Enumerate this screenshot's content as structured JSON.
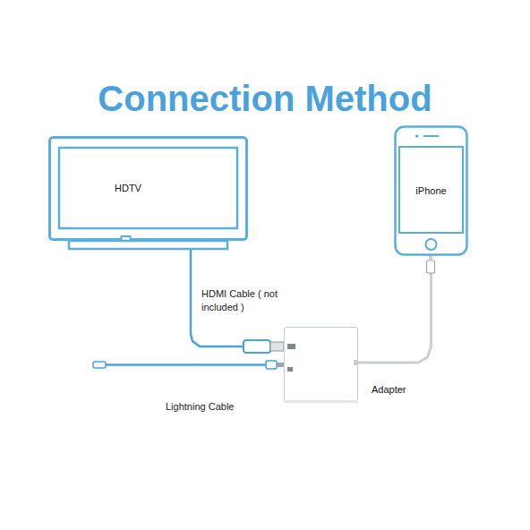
{
  "diagram": {
    "title": "Connection Method",
    "nodes": [
      {
        "text": [
          "HDTV"
        ]
      },
      {
        "text": [
          "iPhone"
        ]
      },
      {
        "text": [
          "Adapter"
        ]
      }
    ],
    "edges": [
      {
        "from": 0,
        "to": 2,
        "arrow": "none",
        "label": "HDMI Cable ( not included )"
      },
      {
        "from": 2,
        "to": 1,
        "arrow": "none"
      }
    ],
    "labels": [
      "Lightning Cable"
    ]
  }
}
